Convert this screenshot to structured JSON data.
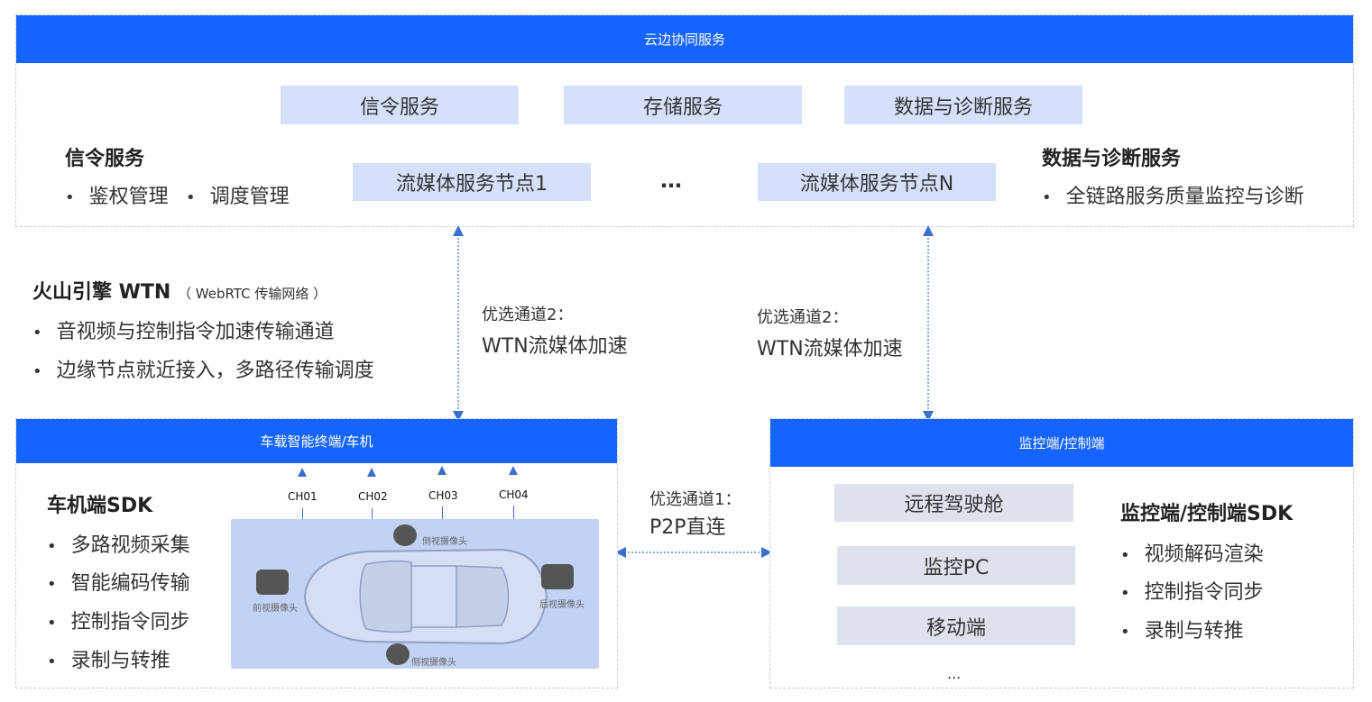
{
  "cloud": {
    "title": "云边协同服务",
    "services": [
      "信令服务",
      "存储服务",
      "数据与诊断服务"
    ],
    "node_first": "流媒体服务节点1",
    "node_ellipsis": "…",
    "node_last": "流媒体服务节点N",
    "left_heading": "信令服务",
    "left_bullet_1": "鉴权管理",
    "left_bullet_2": "调度管理",
    "right_heading": "数据与诊断服务",
    "right_bullet": "全链路服务质量监控与诊断"
  },
  "wtn": {
    "heading": "火山引擎 WTN",
    "note": "（ WebRTC 传输网络 ）",
    "bullets": [
      "音视频与控制指令加速传输通道",
      "边缘节点就近接入，多路径传输调度"
    ]
  },
  "channel2_left": {
    "line1": "优选通道2：",
    "line2": "WTN流媒体加速"
  },
  "channel2_right": {
    "line1": "优选通道2：",
    "line2": "WTN流媒体加速"
  },
  "channel1": {
    "line1": "优选通道1：",
    "line2": "P2P直连"
  },
  "vehicle": {
    "title": "车载智能终端/车机",
    "sdk_heading": "车机端SDK",
    "bullets": [
      "多路视频采集",
      "智能编码传输",
      "控制指令同步",
      "录制与转推"
    ],
    "channels": [
      "CH01",
      "CH02",
      "CH03",
      "CH04"
    ],
    "cameras": {
      "front": "前视摄像头",
      "side_top": "侧视摄像头",
      "rear": "后视摄像头",
      "side_bottom": "侧视摄像头"
    }
  },
  "monitor": {
    "title": "监控端/控制端",
    "clients": [
      "远程驾驶舱",
      "监控PC",
      "移动端"
    ],
    "ellipsis": "...",
    "sdk_heading": "监控端/控制端SDK",
    "bullets": [
      "视频解码渲染",
      "控制指令同步",
      "录制与转推"
    ]
  },
  "colors": {
    "header_blue": "#1664ff",
    "service_fill": "#d6e0fb",
    "client_fill": "#dde2ec",
    "arrow": "#3b6fce"
  }
}
